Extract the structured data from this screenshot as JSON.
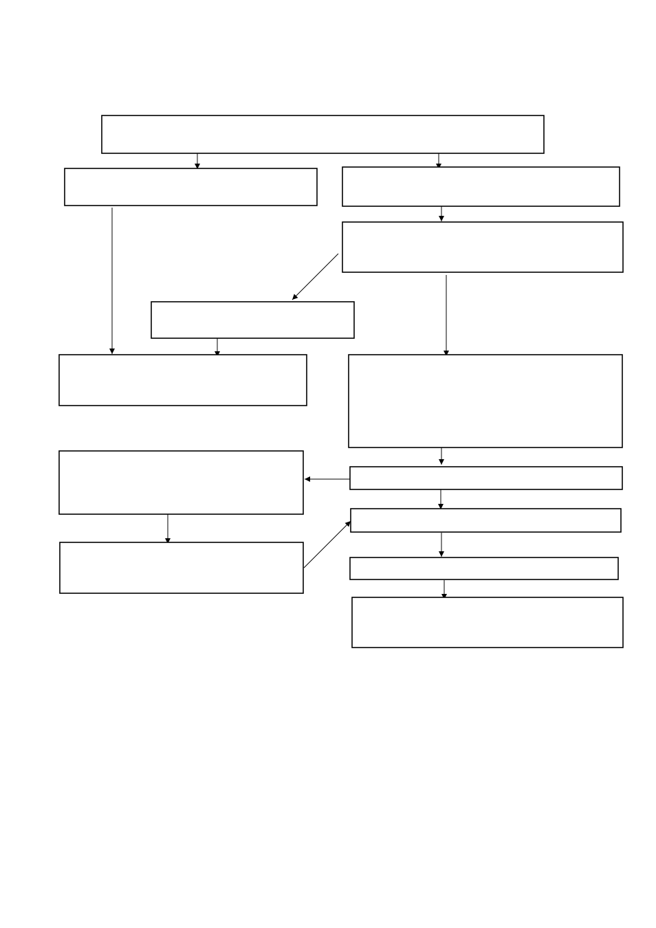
{
  "diagram": {
    "type": "flowchart",
    "stroke_color": "#000000",
    "fill_color": "#ffffff",
    "nodes": [
      {
        "id": "n1",
        "label": ""
      },
      {
        "id": "n2",
        "label": ""
      },
      {
        "id": "n3",
        "label": ""
      },
      {
        "id": "n4",
        "label": ""
      },
      {
        "id": "n5",
        "label": ""
      },
      {
        "id": "n6",
        "label": ""
      },
      {
        "id": "n7",
        "label": ""
      },
      {
        "id": "n8",
        "label": ""
      },
      {
        "id": "n9",
        "label": ""
      },
      {
        "id": "n10",
        "label": ""
      },
      {
        "id": "n11",
        "label": ""
      },
      {
        "id": "n12",
        "label": ""
      },
      {
        "id": "n13",
        "label": ""
      }
    ],
    "edges": [
      {
        "from": "n1",
        "to": "n2"
      },
      {
        "from": "n1",
        "to": "n3"
      },
      {
        "from": "n3",
        "to": "n4"
      },
      {
        "from": "n4",
        "to": "n5"
      },
      {
        "from": "n2",
        "to": "n6"
      },
      {
        "from": "n5",
        "to": "n6"
      },
      {
        "from": "n4",
        "to": "n7"
      },
      {
        "from": "n7",
        "to": "n8"
      },
      {
        "from": "n8",
        "to": "n9"
      },
      {
        "from": "n9",
        "to": "n10"
      },
      {
        "from": "n8",
        "to": "n11"
      },
      {
        "from": "n11",
        "to": "n12"
      },
      {
        "from": "n12",
        "to": "n9"
      },
      {
        "from": "n10",
        "to": "n13"
      }
    ]
  }
}
